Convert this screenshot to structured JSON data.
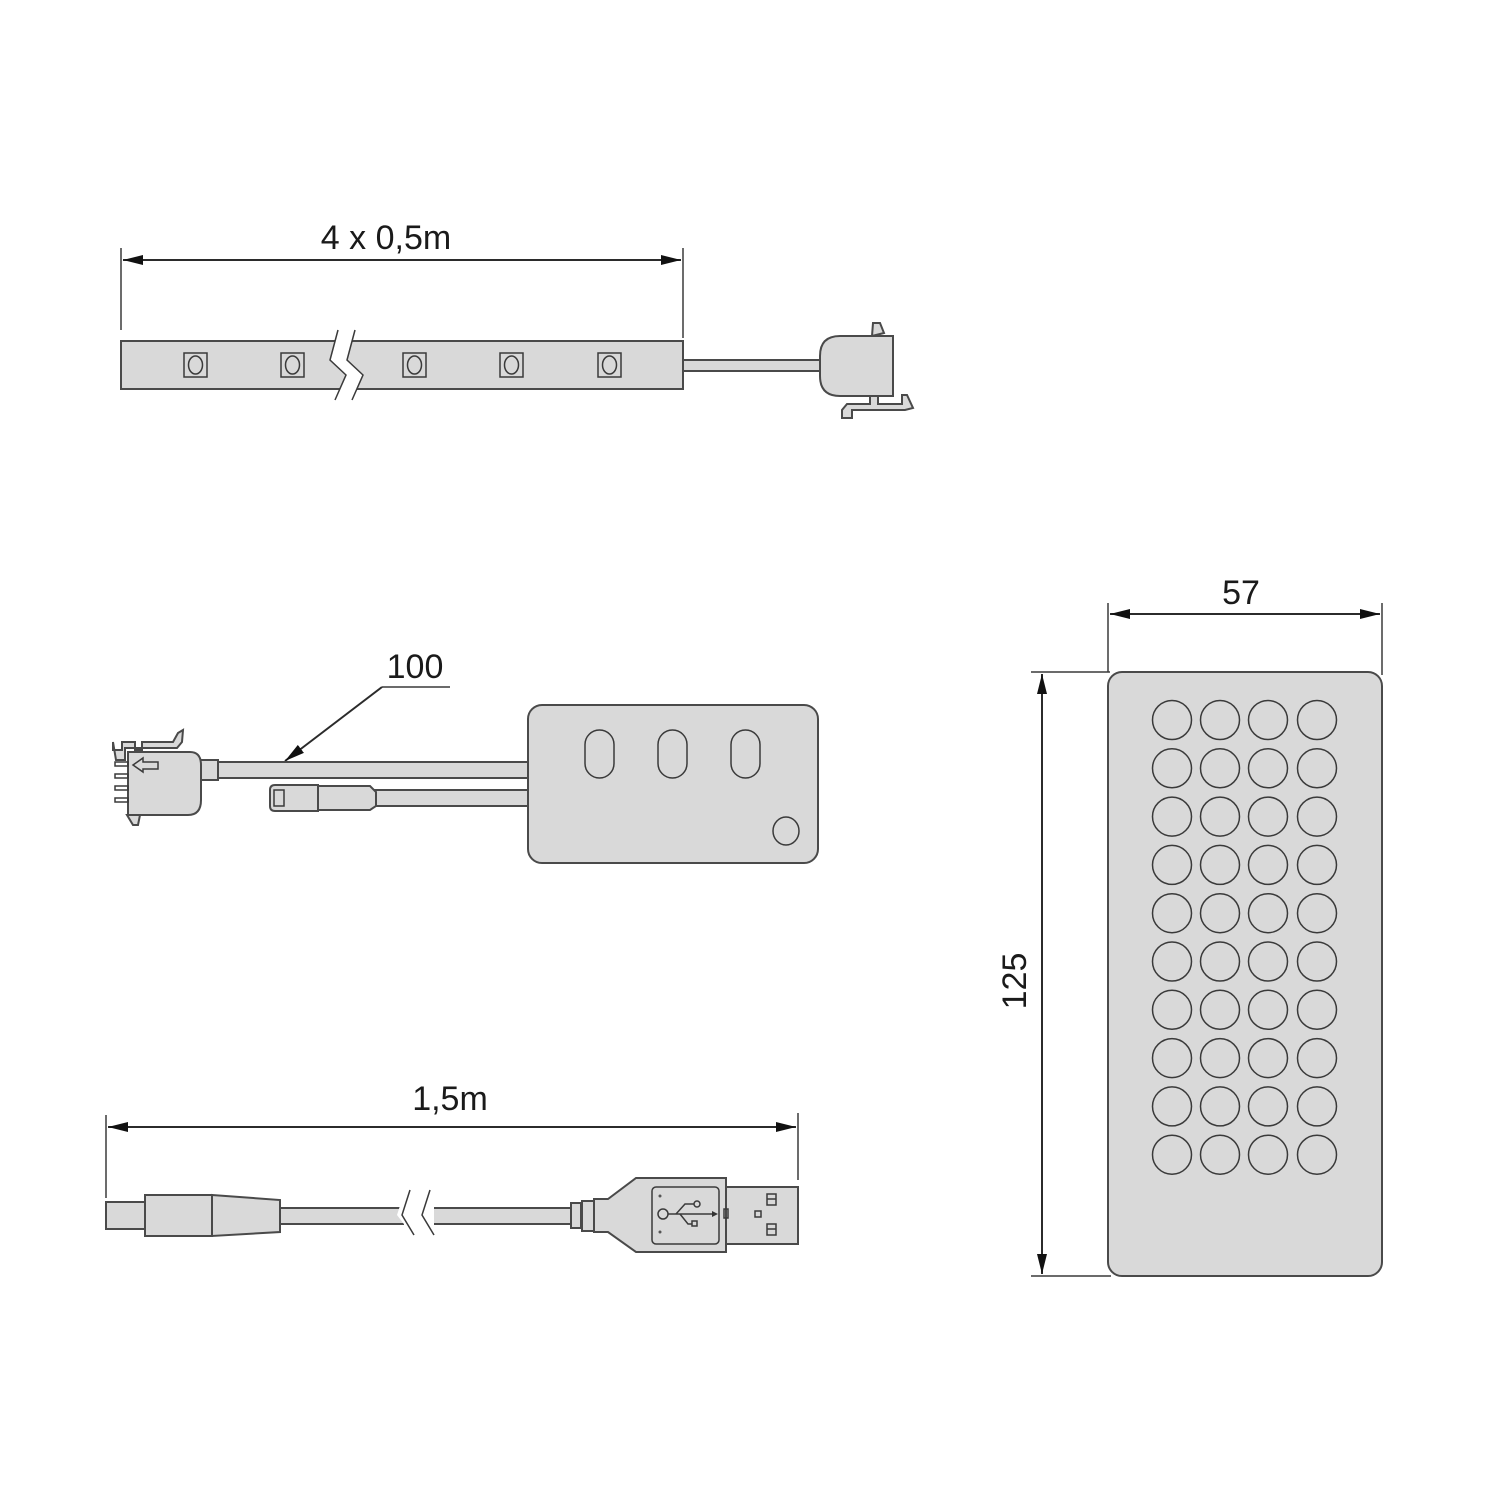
{
  "diagram": {
    "led_strip": {
      "dimension_label": "4 x 0,5m",
      "led_count_visible": 5
    },
    "controller": {
      "cable_label": "100",
      "button_count": 3
    },
    "usb_cable": {
      "dimension_label": "1,5m"
    },
    "remote": {
      "width_label": "57",
      "height_label": "125",
      "button_rows": 10,
      "button_cols": 4
    },
    "colors": {
      "part_fill": "#d9d9d9",
      "outline": "#4a4a4a",
      "background": "#ffffff"
    }
  }
}
